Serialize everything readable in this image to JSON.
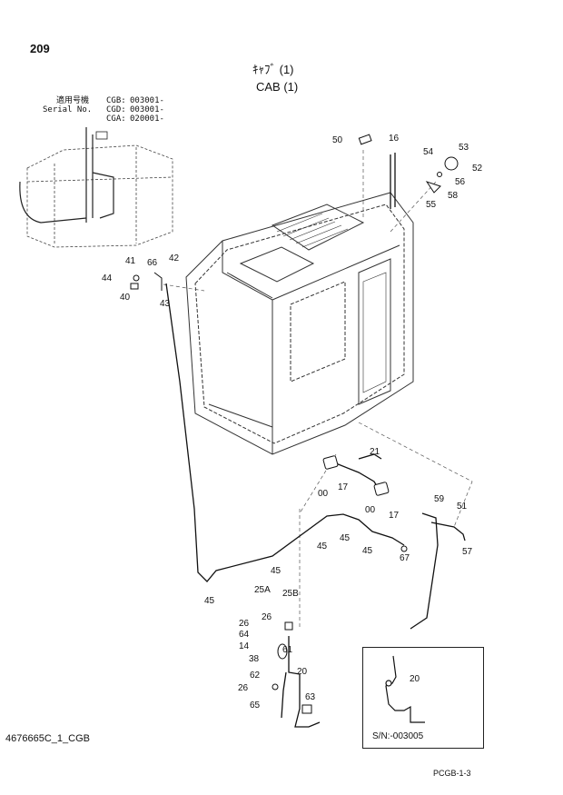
{
  "page": {
    "number": "209",
    "title_jp": "ｷｬﾌﾞ  (1)",
    "title_en": "CAB  (1)"
  },
  "serials": {
    "row1": {
      "label": "適用号機",
      "model": "CGB:",
      "value": "003001-"
    },
    "row2": {
      "label": "Serial No.",
      "model": "CGD:",
      "value": "003001-"
    },
    "row3": {
      "label": "",
      "model": "CGA:",
      "value": "020001-"
    }
  },
  "inset": {
    "part": "20",
    "note": "S/N:-003005"
  },
  "footer": {
    "doc_code": "4676665C_1_CGB",
    "sheet_code": "PCGB-1-3"
  },
  "callouts": {
    "c50": "50",
    "c16": "16",
    "c54": "54",
    "c53": "53",
    "c52": "52",
    "c56": "56",
    "c58": "58",
    "c55": "55",
    "c41": "41",
    "c66": "66",
    "c42": "42",
    "c44": "44",
    "c40": "40",
    "c43": "43",
    "c21": "21",
    "c00a": "00",
    "c17a": "17",
    "c00b": "00",
    "c17b": "17",
    "c59": "59",
    "c51": "51",
    "c57": "57",
    "c45a": "45",
    "c45b": "45",
    "c45c": "45",
    "c45d": "45",
    "c45e": "45",
    "c67": "67",
    "c25a": "25A",
    "c25b": "25B",
    "c26a": "26",
    "c26b": "26",
    "c64": "64",
    "c14": "14",
    "c61": "61",
    "c38": "38",
    "c20": "20",
    "c62": "62",
    "c26c": "26",
    "c63": "63",
    "c65": "65"
  }
}
